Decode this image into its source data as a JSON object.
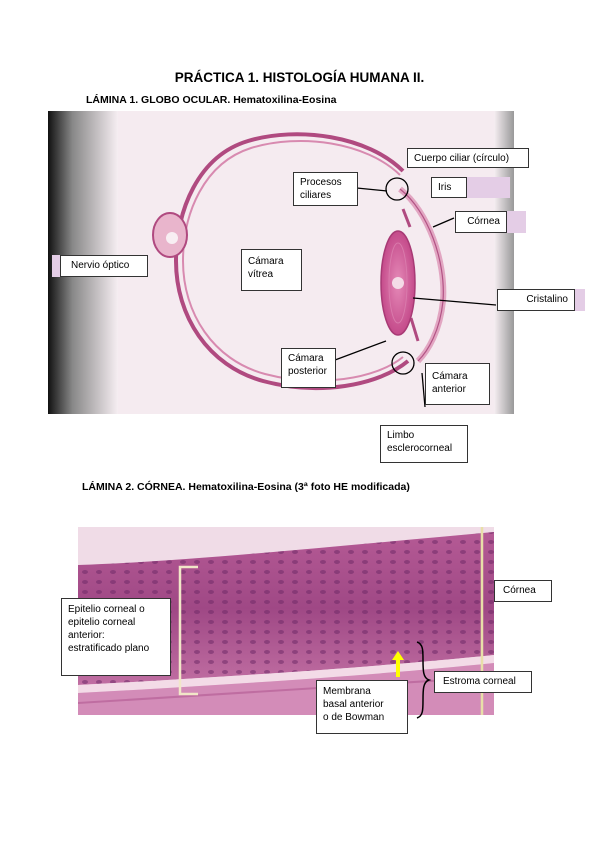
{
  "document": {
    "title": "PRÁCTICA 1. HISTOLOGÍA HUMANA II.",
    "section1_title": "LÁMINA 1. GLOBO OCULAR. Hematoxilina-Eosina",
    "section2_title": "LÁMINA 2. CÓRNEA. Hematoxilina-Eosina (3ª foto HE modificada)"
  },
  "figure1": {
    "labels": {
      "cuerpo_ciliar": "Cuerpo ciliar (círculo)",
      "procesos_ciliares_1": "Procesos",
      "procesos_ciliares_2": "ciliares",
      "iris": "Iris",
      "cornea": "Córnea",
      "nervio_optico": "Nervio óptico",
      "camara_vitrea_1": "Cámara",
      "camara_vitrea_2": "vítrea",
      "cristalino": "Cristalino",
      "camara_posterior_1": "Cámara",
      "camara_posterior_2": "posterior",
      "camara_anterior_1": "Cámara",
      "camara_anterior_2": "anterior",
      "limbo_1": "Limbo",
      "limbo_2": "esclerocorneal"
    }
  },
  "figure2": {
    "labels": {
      "epitelio_1": "Epitelio corneal o",
      "epitelio_2": "epitelio corneal",
      "epitelio_3": "anterior:",
      "epitelio_4": "estratificado plano",
      "cornea": "Córnea",
      "estroma": "Estroma corneal",
      "membrana_1": "Membrana",
      "membrana_2": "basal anterior",
      "membrana_3": "o de Bowman"
    }
  }
}
